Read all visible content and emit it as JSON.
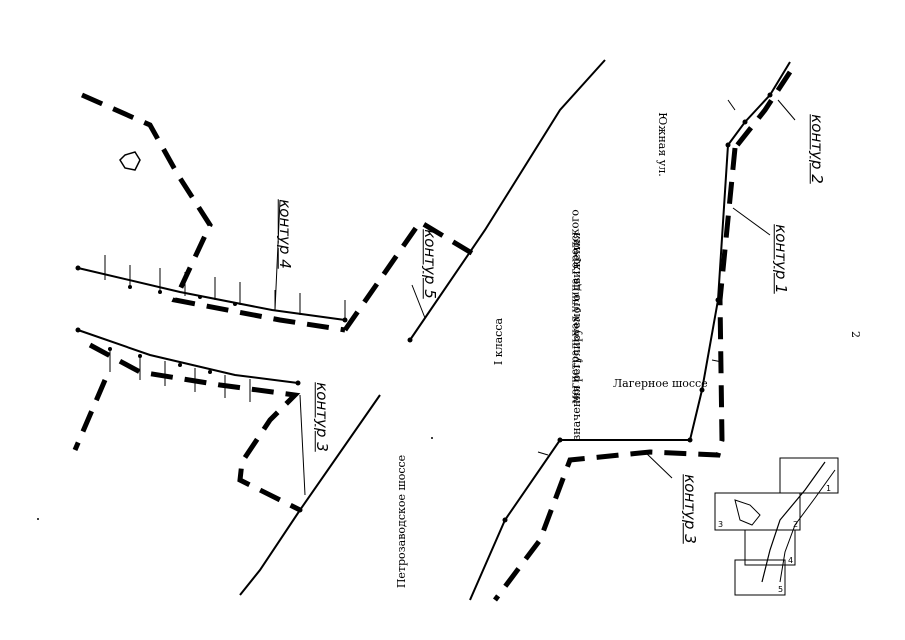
{
  "contours": {
    "c1": "контур 1",
    "c2": "контур 2",
    "c3a": "контур 3",
    "c3b": "контур 3",
    "c4": "контур 4",
    "c5": "контур 5"
  },
  "streets": {
    "yuzhnaya": "Южная ул.",
    "magistral_1": "магистральная улица городского",
    "magistral_2": "значения регулируемого движения",
    "magistral_3": "I класса",
    "lagernoe": "Лагерное шоссе",
    "petrozavodskoe": "Петрозаводское шоссе"
  },
  "page_number": "2",
  "key_map": {
    "sheets": [
      "1",
      "2",
      "3",
      "4",
      "5"
    ]
  }
}
